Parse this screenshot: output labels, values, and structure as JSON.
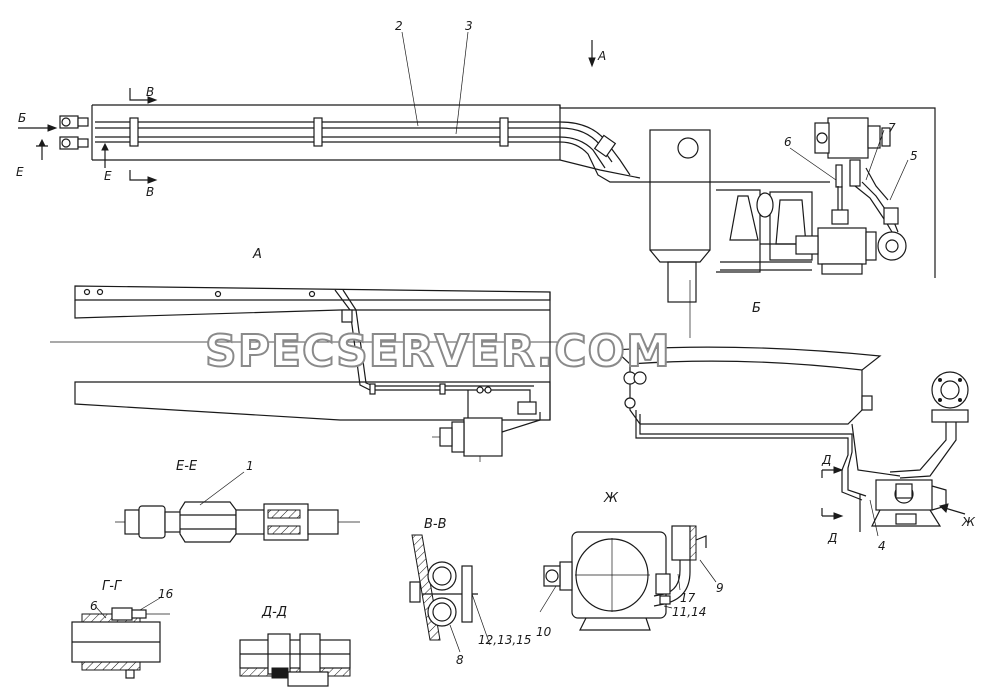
{
  "labels": {
    "callout_1": "1",
    "callout_2": "2",
    "callout_3": "3",
    "callout_4": "4",
    "callout_5": "5",
    "callout_6_top": "6",
    "callout_6_gg": "6",
    "callout_7": "7",
    "callout_8": "8",
    "callout_9": "9",
    "callout_10": "10",
    "callout_11_14": "11,14",
    "callout_12_13_15": "12,13,15",
    "callout_16": "16",
    "callout_17": "17"
  },
  "view_markers": {
    "view_a_arrow": "A",
    "view_a_title": "A",
    "view_b_arrow": "Б",
    "view_b_title": "Б",
    "view_v_top": "В",
    "view_v_bottom": "В",
    "view_e_left": "Е",
    "view_e_right": "Е",
    "view_d_top": "Д",
    "view_d_bottom": "Д",
    "view_zh_arrow": "Ж",
    "view_zh_title": "Ж"
  },
  "section_titles": {
    "section_ee": "Е-Е",
    "section_gg": "Г-Г",
    "section_vv": "В-В",
    "section_dd": "Д-Д"
  },
  "watermark": "SPECSERVER.COM",
  "colors": {
    "ink": "#1a1a1a",
    "paper": "#ffffff",
    "watermark_outline": "#8a8a8a"
  }
}
